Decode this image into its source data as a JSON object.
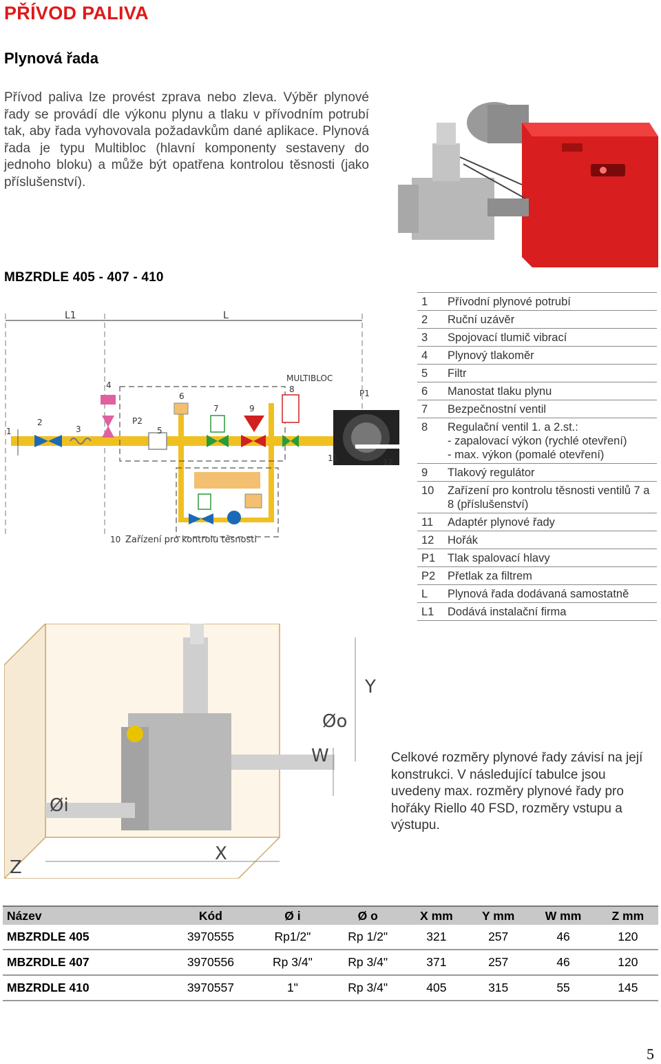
{
  "title": "PŘÍVOD PALIVA",
  "subtitle": "Plynová řada",
  "intro": "Přívod paliva lze provést zprava nebo zleva. Výběr plynové řady se provádí dle výkonu plynu a tlaku v přívodním potrubí tak, aby řada vyhovovala požadavkům dané aplikace. Plynová řada je typu Multibloc (hlavní komponenty sestaveny do jednoho bloku) a může být opatřena kontrolou těsnosti (jako příslušenství).",
  "model_heading": "MBZRDLE 405 - 407 - 410",
  "diagram": {
    "dim_l1": "L1",
    "dim_l": "L",
    "multibloc": "MULTIBLOC",
    "p1": "P1",
    "p2": "P2",
    "n1": "1",
    "n2": "2",
    "n3": "3",
    "n4": "4",
    "n5": "5",
    "n6": "6",
    "n7": "7",
    "n8": "8",
    "n9": "9",
    "n11": "11",
    "n12": "12",
    "caption_num": "10",
    "caption": "Zařízení pro kontrolu těsnosti"
  },
  "legend": [
    {
      "num": "1",
      "text": "Přívodní  plynové potrubí"
    },
    {
      "num": "2",
      "text": "Ruční uzávěr"
    },
    {
      "num": "3",
      "text": "Spojovací tlumič vibrací"
    },
    {
      "num": "4",
      "text": "Plynový tlakoměr"
    },
    {
      "num": "5",
      "text": "Filtr"
    },
    {
      "num": "6",
      "text": "Manostat  tlaku plynu"
    },
    {
      "num": "7",
      "text": "Bezpečnostní ventil"
    },
    {
      "num": "8",
      "text": "Regulační ventil 1. a 2.st.:\n- zapalovací výkon (rychlé otevření)\n- max. výkon (pomalé otevření)"
    },
    {
      "num": "9",
      "text": "Tlakový regulátor"
    },
    {
      "num": "10",
      "text": "Zařízení pro kontrolu těsnosti ventilů 7 a 8 (příslušenství)"
    },
    {
      "num": "11",
      "text": "Adaptér plynové řady"
    },
    {
      "num": "12",
      "text": "Hořák"
    },
    {
      "num": "P1",
      "text": "Tlak spalovací hlavy"
    },
    {
      "num": "P2",
      "text": "Přetlak  za filtrem"
    },
    {
      "num": "L",
      "text": "Plynová řada dodávaná samostatně"
    },
    {
      "num": "L1",
      "text": "Dodává instalační firma"
    }
  ],
  "drawing": {
    "y": "Y",
    "o": "Øo",
    "w": "W",
    "i": "Øi",
    "x": "X",
    "z": "Z"
  },
  "dims_note": "Celkové rozměry plynové řady závisí na její konstrukci. V následující tabulce jsou uvedeny max. rozměry plynové řady pro hořáky Riello 40 FSD, rozměry vstupu a výstupu.",
  "table": {
    "headers": [
      "Název",
      "Kód",
      "Ø i",
      "Ø o",
      "X mm",
      "Y mm",
      "W mm",
      "Z mm"
    ],
    "rows": [
      [
        "MBZRDLE 405",
        "3970555",
        "Rp1/2\"",
        "Rp 1/2\"",
        "321",
        "257",
        "46",
        "120"
      ],
      [
        "MBZRDLE 407",
        "3970556",
        "Rp 3/4\"",
        "Rp 3/4\"",
        "371",
        "257",
        "46",
        "120"
      ],
      [
        "MBZRDLE 410",
        "3970557",
        "1\"",
        "Rp 3/4\"",
        "405",
        "315",
        "55",
        "145"
      ]
    ]
  },
  "page_number": "5",
  "colors": {
    "title": "#e01818",
    "burner_red": "#d81e1e",
    "pipe_yellow": "#f0c020",
    "valve_green": "#2a9a3a",
    "valve_red": "#d02020",
    "valve_pink": "#e060a0",
    "valve_blue": "#1a6ab8"
  }
}
